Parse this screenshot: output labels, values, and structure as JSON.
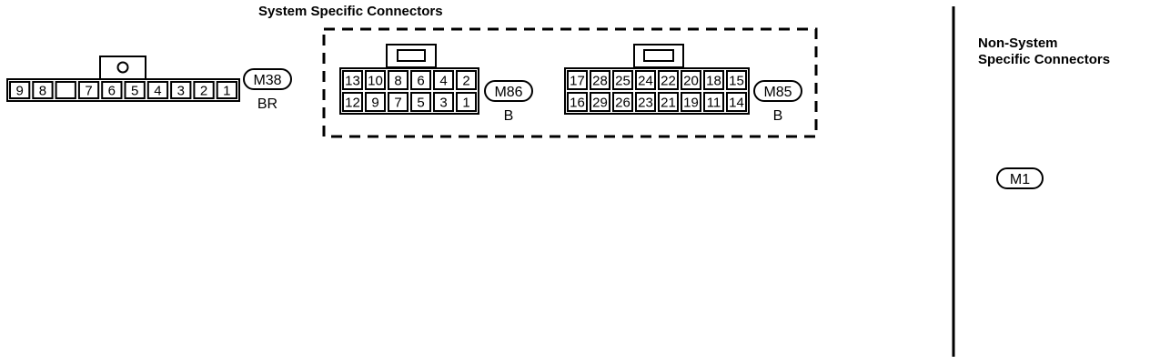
{
  "headings": {
    "system": "System Specific Connectors",
    "non_system_line1": "Non-System",
    "non_system_line2": "Specific Connectors"
  },
  "connectors": {
    "m38": {
      "id": "M38",
      "color": "BR",
      "pins": [
        "9",
        "8",
        "",
        "7",
        "6",
        "5",
        "4",
        "3",
        "2",
        "1"
      ]
    },
    "m86": {
      "id": "M86",
      "color": "B",
      "top_row": [
        "13",
        "10",
        "8",
        "6",
        "4",
        "2"
      ],
      "bottom_row": [
        "12",
        "9",
        "7",
        "5",
        "3",
        "1"
      ]
    },
    "m85": {
      "id": "M85",
      "color": "B",
      "top_row": [
        "17",
        "28",
        "25",
        "24",
        "22",
        "20",
        "18",
        "15"
      ],
      "bottom_row": [
        "16",
        "29",
        "26",
        "23",
        "21",
        "19",
        "11",
        "14"
      ]
    },
    "m1": {
      "id": "M1"
    }
  }
}
